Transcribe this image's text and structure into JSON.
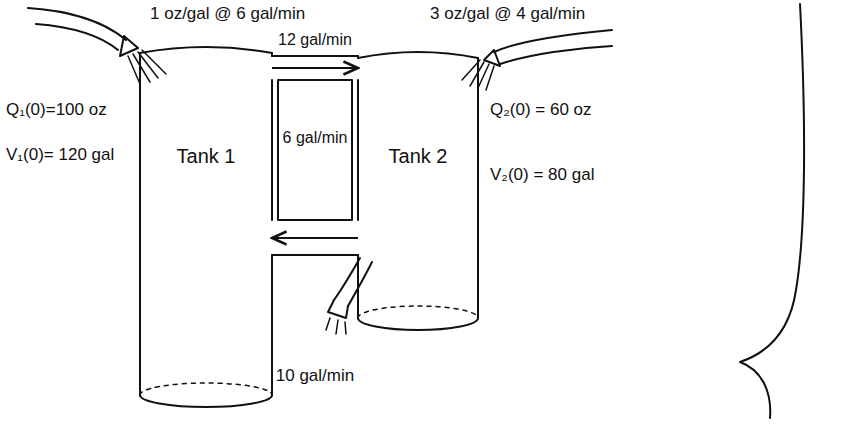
{
  "diagram": {
    "nodes": [
      {
        "text": [
          "Tank 1"
        ]
      },
      {
        "text": [
          "Tank 2"
        ]
      }
    ],
    "edges": [
      {
        "from": 0,
        "to": 1,
        "arrow": "to",
        "label": "12 gal/min"
      },
      {
        "from": 1,
        "to": 0,
        "arrow": "to",
        "label": "6 gal/min"
      }
    ],
    "labels": [
      "1 oz/gal @ 6 gal/min",
      "3 oz/gal @ 4 gal/min",
      "Q₁(0)=100 oz",
      "V₁(0)= 120 gal",
      "Q₂(0) = 60 oz",
      "V₂(0) = 80 gal",
      "10 gal/min"
    ]
  }
}
